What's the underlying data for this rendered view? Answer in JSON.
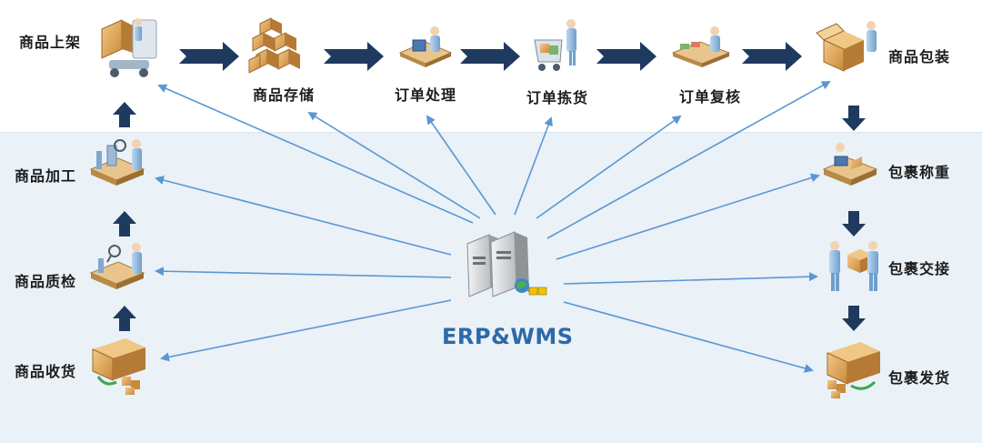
{
  "center": {
    "title": "ERP&WMS"
  },
  "labels": {
    "shangpin_shangjia": "商品上架",
    "shangpin_cunchu": "商品存储",
    "dingdan_chuli": "订单处理",
    "dingdan_jianhuo": "订单拣货",
    "dingdan_fuhe": "订单复核",
    "shangpin_baozhuang": "商品包装",
    "shangpin_jiagong": "商品加工",
    "shangpin_zhijian": "商品质检",
    "shangpin_shouhuo": "商品收货",
    "baoguo_chengzhong": "包裹称重",
    "baoguo_jiaojie": "包裹交接",
    "baoguo_fahuo": "包裹发货"
  },
  "colors": {
    "flow_arrow": "#1f3a5f",
    "spoke_arrow": "#5a97d2",
    "title": "#2c6aa8",
    "bottom_bg": "#eaf1f7"
  }
}
